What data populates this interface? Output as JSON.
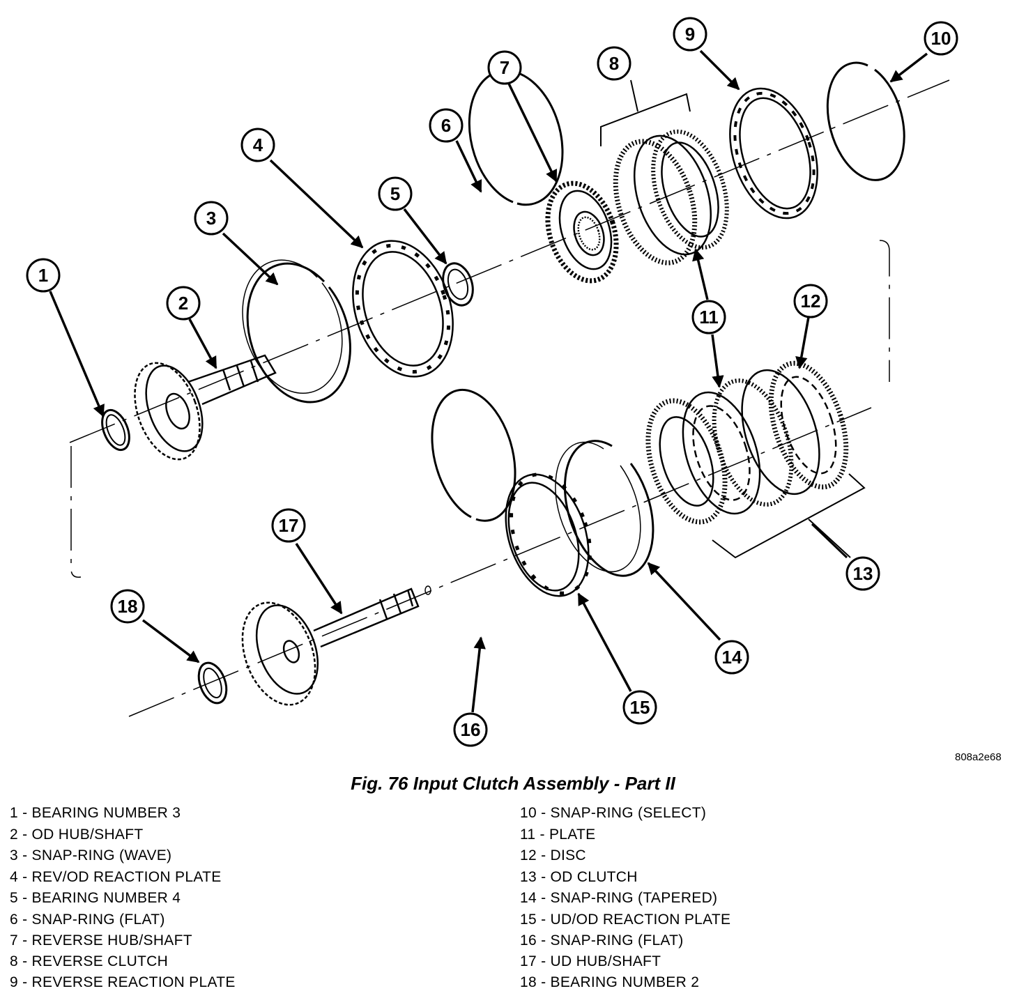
{
  "figure": {
    "caption": "Fig. 76 Input Clutch Assembly - Part II",
    "code": "808a2e68"
  },
  "callouts": [
    {
      "number": "1",
      "part": "BEARING NUMBER 3"
    },
    {
      "number": "2",
      "part": "OD HUB/SHAFT"
    },
    {
      "number": "3",
      "part": "SNAP-RING (WAVE)"
    },
    {
      "number": "4",
      "part": "REV/OD REACTION PLATE"
    },
    {
      "number": "5",
      "part": "BEARING NUMBER 4"
    },
    {
      "number": "6",
      "part": "SNAP-RING (FLAT)"
    },
    {
      "number": "7",
      "part": "REVERSE HUB/SHAFT"
    },
    {
      "number": "8",
      "part": "REVERSE CLUTCH"
    },
    {
      "number": "9",
      "part": "REVERSE REACTION PLATE"
    },
    {
      "number": "10",
      "part": "SNAP-RING (SELECT)"
    },
    {
      "number": "11",
      "part": "PLATE"
    },
    {
      "number": "12",
      "part": "DISC"
    },
    {
      "number": "13",
      "part": "OD CLUTCH"
    },
    {
      "number": "14",
      "part": "SNAP-RING (TAPERED)"
    },
    {
      "number": "15",
      "part": "UD/OD REACTION PLATE"
    },
    {
      "number": "16",
      "part": "SNAP-RING (FLAT)"
    },
    {
      "number": "17",
      "part": "UD HUB/SHAFT"
    },
    {
      "number": "18",
      "part": "BEARING NUMBER 2"
    }
  ],
  "legend": [
    "1 - BEARING NUMBER 3",
    "2 - OD HUB/SHAFT",
    "3 - SNAP-RING (WAVE)",
    "4 - REV/OD REACTION PLATE",
    "5 - BEARING NUMBER 4",
    "6 - SNAP-RING (FLAT)",
    "7 - REVERSE HUB/SHAFT",
    "8 - REVERSE CLUTCH",
    "9 - REVERSE REACTION PLATE",
    "10 - SNAP-RING (SELECT)",
    "11 - PLATE",
    "12 - DISC",
    "13 - OD CLUTCH",
    "14 - SNAP-RING (TAPERED)",
    "15 - UD/OD REACTION PLATE",
    "16 - SNAP-RING (FLAT)",
    "17 - UD HUB/SHAFT",
    "18 - BEARING NUMBER 2"
  ]
}
